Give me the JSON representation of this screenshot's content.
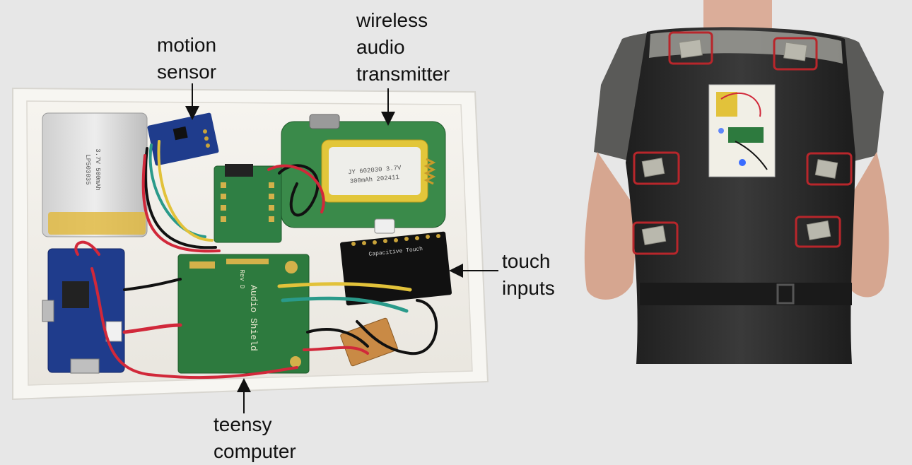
{
  "labels": {
    "motion_sensor": [
      "motion",
      "sensor"
    ],
    "wireless_audio": [
      "wireless",
      "audio",
      "transmitter"
    ],
    "touch_inputs": [
      "touch",
      "inputs"
    ],
    "teensy": [
      "teensy",
      "computer"
    ]
  },
  "photo_left": {
    "battery_print": [
      "LP503035",
      "3.7V 500mAh"
    ],
    "lipo_print": [
      "JY 602030 3.7V",
      "300mAh 202411"
    ],
    "shield_print": [
      "Audio Shield",
      "Rev D"
    ],
    "breakout_print": "Capacitive Touch"
  },
  "colors": {
    "background": "#e7e7e7",
    "highlight_box": "#b8262b",
    "pcb_green": "#2e7a3c",
    "vest": "#2b2b2b"
  },
  "vest_sensor_pads": 6
}
